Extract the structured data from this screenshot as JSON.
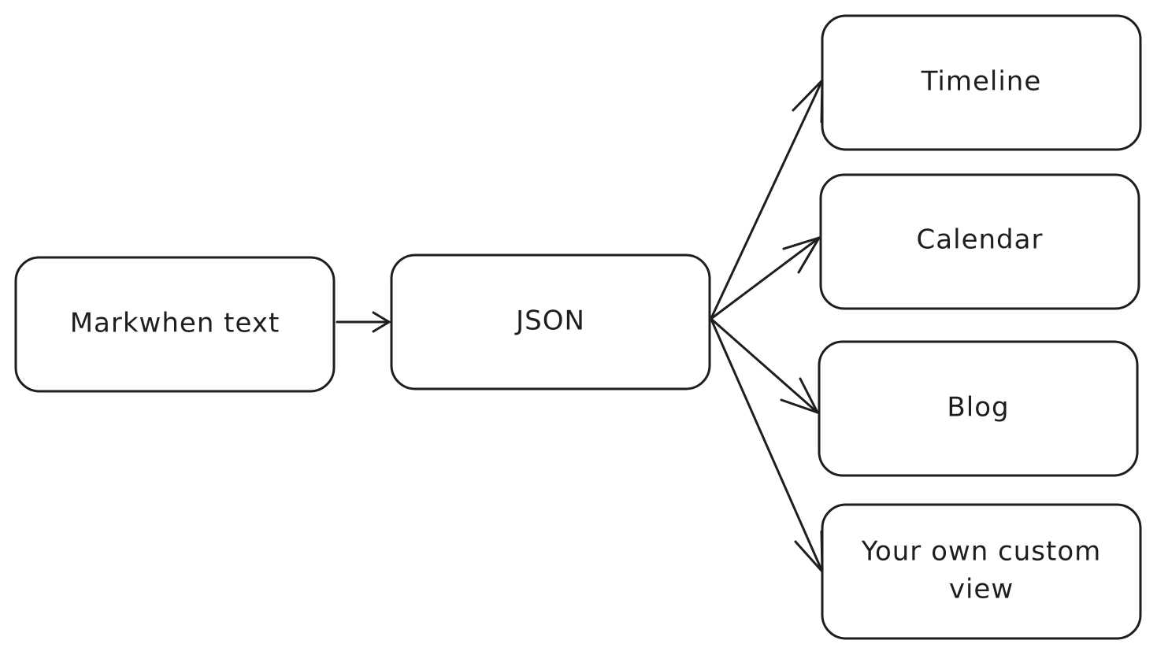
{
  "diagram": {
    "nodes": {
      "source": {
        "label": "Markwhen text"
      },
      "json": {
        "label": "JSON"
      },
      "timeline": {
        "label": "Timeline"
      },
      "calendar": {
        "label": "Calendar"
      },
      "blog": {
        "label": "Blog"
      },
      "custom": {
        "label_line1": "Your own custom",
        "label_line2": "view"
      }
    },
    "edges": [
      {
        "from": "source",
        "to": "json"
      },
      {
        "from": "json",
        "to": "timeline"
      },
      {
        "from": "json",
        "to": "calendar"
      },
      {
        "from": "json",
        "to": "blog"
      },
      {
        "from": "json",
        "to": "custom"
      }
    ],
    "colors": {
      "stroke": "#1e1e1e",
      "background": "#ffffff"
    }
  }
}
